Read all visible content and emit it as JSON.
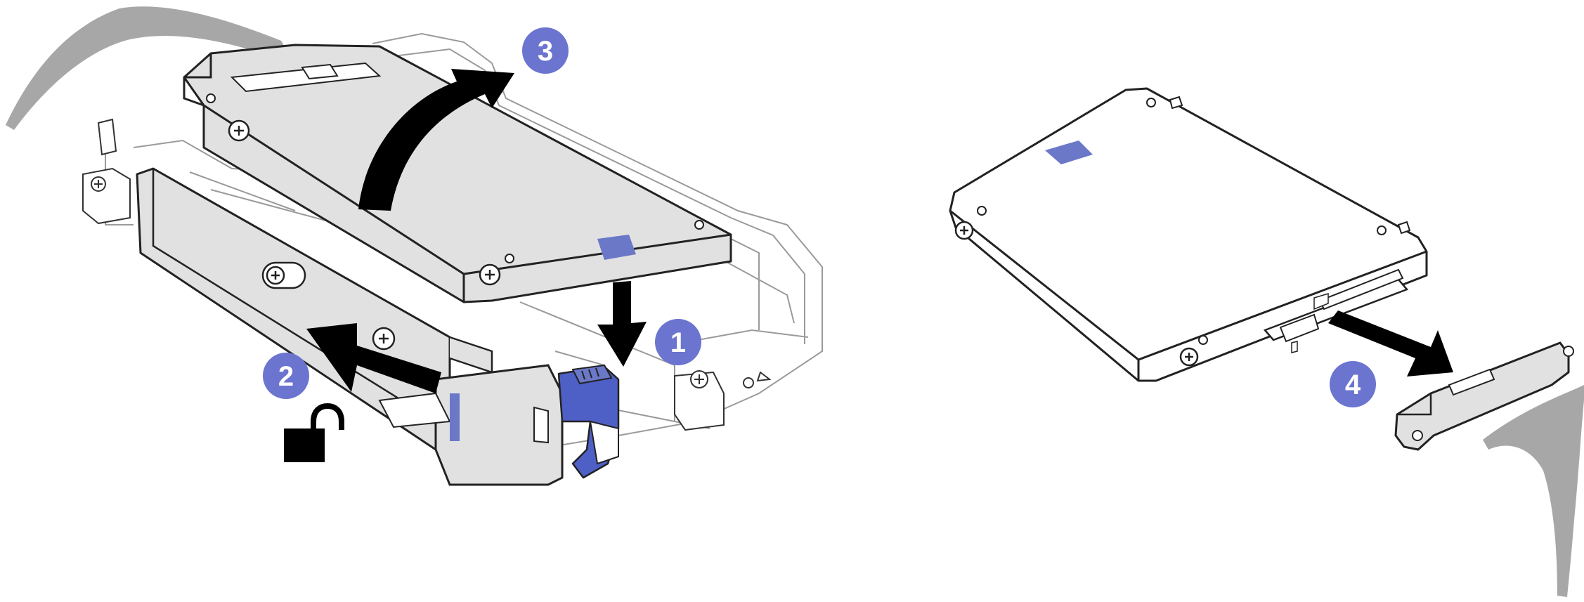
{
  "steps": [
    {
      "number": "1"
    },
    {
      "number": "2"
    },
    {
      "number": "3"
    },
    {
      "number": "4"
    }
  ],
  "colors": {
    "accent": "#6b78c8",
    "accent_badge": "#6b74cf",
    "latch": "#4e5fc6",
    "cable": "#a7a7a7",
    "tray": "#e1e1e1",
    "arrow": "#000000"
  },
  "icons": {
    "unlock": "padlock-unlocked-icon"
  }
}
